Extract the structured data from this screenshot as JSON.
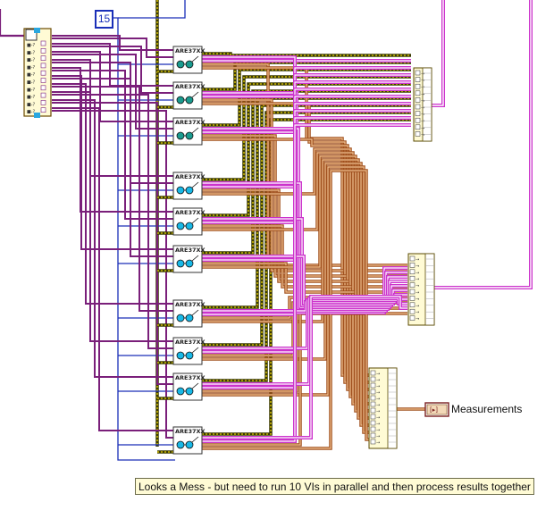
{
  "diagram": {
    "numeric_constant": "15",
    "subvi_count": 10,
    "subvi_label": "ARE37XX",
    "indicator_label": "Measurements",
    "comment": "Looks a Mess - but need to run 10 VIs in parallel and then process results together"
  },
  "colors": {
    "pink_wire": "#cc33cc",
    "purple_wire": "#7a1f7a",
    "blue_wire": "#1a2fb8",
    "yellow_wire": "#c8b400",
    "orange_wire": "#a0501e",
    "comment_bg": "#fffbd5"
  }
}
